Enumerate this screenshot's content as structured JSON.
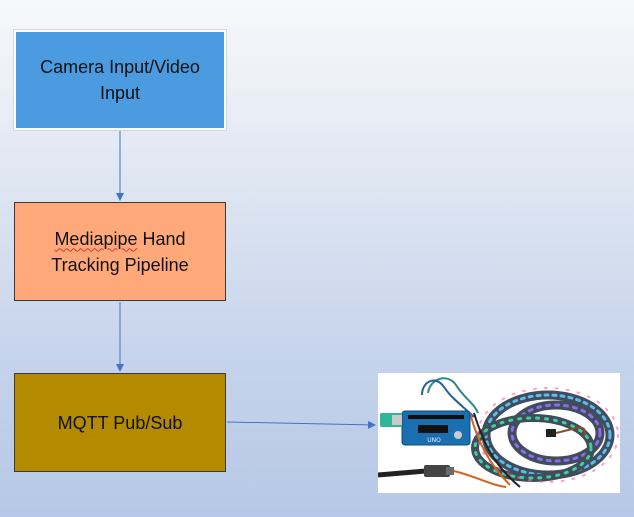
{
  "diagram": {
    "nodes": [
      {
        "id": "camera",
        "line1": "Camera Input/Video",
        "line2": "Input",
        "fill": "#4a9be0"
      },
      {
        "id": "mediapipe",
        "word1": "Mediapipe",
        "rest1": " Hand",
        "line2": "Tracking Pipeline",
        "fill": "#ffa97a"
      },
      {
        "id": "mqtt",
        "label": "MQTT Pub/Sub",
        "fill": "#b48a00"
      }
    ],
    "edges": [
      {
        "from": "camera",
        "to": "mediapipe"
      },
      {
        "from": "mediapipe",
        "to": "mqtt"
      },
      {
        "from": "mqtt",
        "to": "hardware-photo"
      }
    ],
    "arrow_color": "#4472c4",
    "image": {
      "icon": "arduino-led-strip-photo"
    }
  }
}
